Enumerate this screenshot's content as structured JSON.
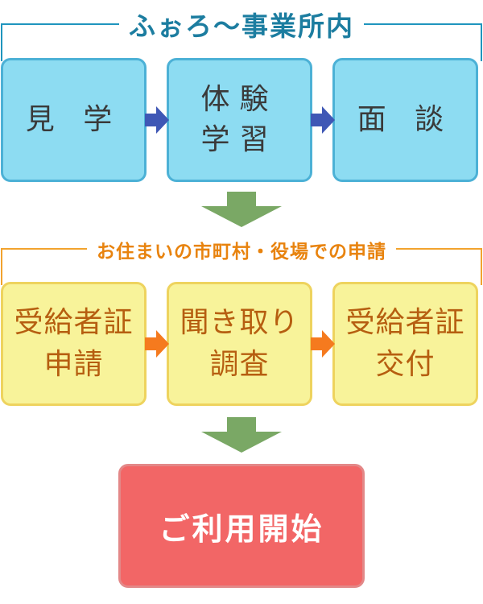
{
  "section1": {
    "title": "ふぉろ～事業所内",
    "steps": [
      {
        "label": "見 学"
      },
      {
        "label": "体験\n学習"
      },
      {
        "label": "面 談"
      }
    ]
  },
  "section2": {
    "title": "お住まいの市町村・役場での申請",
    "steps": [
      {
        "label": "受給者証\n申請"
      },
      {
        "label": "聞き取り\n調査"
      },
      {
        "label": "受給者証\n交付"
      }
    ]
  },
  "final": {
    "label": "ご利用開始"
  },
  "colors": {
    "section1_accent": "#1f95be",
    "section1_box": "#8ddcf2",
    "section1_arrow": "#3f57b5",
    "section2_accent": "#f2a32e",
    "section2_box": "#f8f39a",
    "section2_arrow": "#f57a1e",
    "down_arrow": "#7aa865",
    "final_box": "#f26666"
  }
}
